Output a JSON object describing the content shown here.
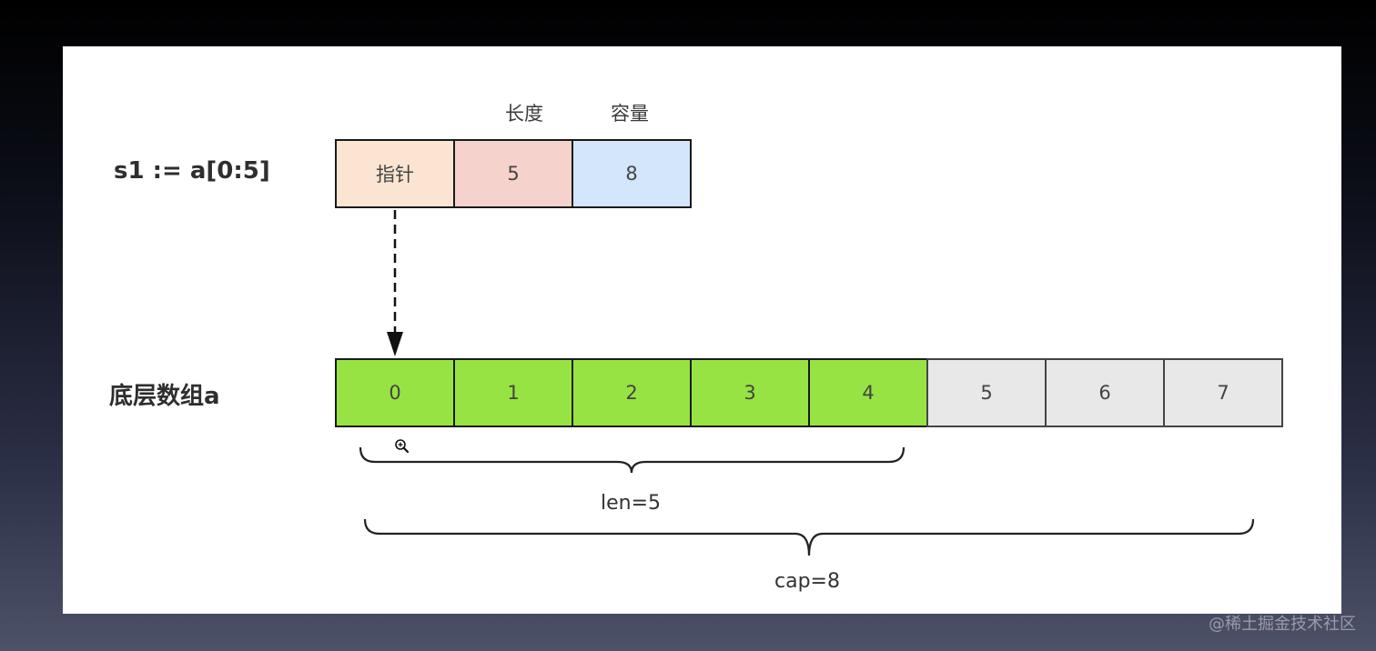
{
  "slice_expr": "s1 := a[0:5]",
  "array_label": "底层数组a",
  "header_titles": {
    "length": "长度",
    "capacity": "容量"
  },
  "slice_header": {
    "pointer": "指针",
    "len": "5",
    "cap": "8"
  },
  "array_elements": [
    "0",
    "1",
    "2",
    "3",
    "4",
    "5",
    "6",
    "7"
  ],
  "in_slice_count": 5,
  "brace_labels": {
    "len": "len=5",
    "cap": "cap=8"
  },
  "watermark": "@稀土掘金技术社区",
  "icons": {
    "cursor": "zoom-in-icon"
  },
  "colors": {
    "pointer_cell": "#fbe5d2",
    "len_cell": "#f6d2cc",
    "cap_cell": "#d4e6fc",
    "in_slice": "#97e343",
    "out_slice": "#e8e8e8",
    "border": "#1a1a1a"
  }
}
